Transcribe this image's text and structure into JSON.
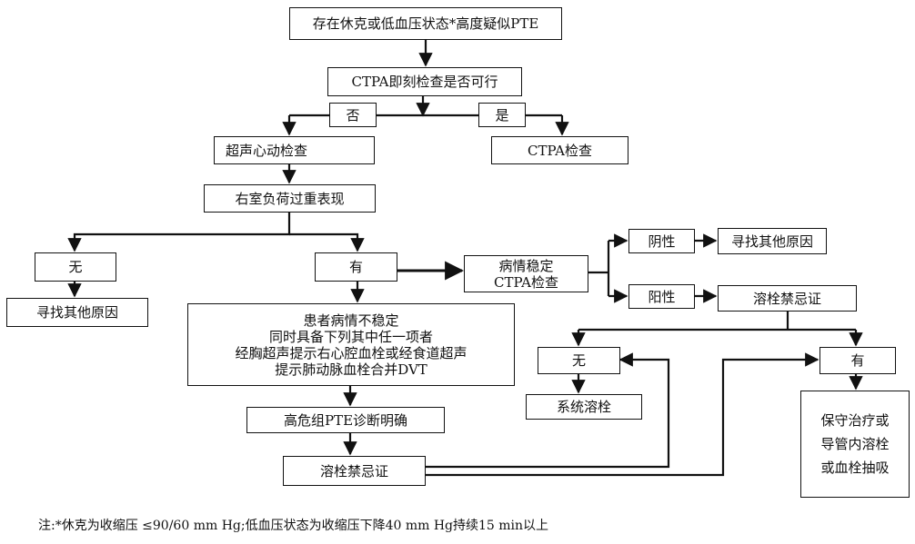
{
  "nodes": {
    "start": "存在休克或低血压状态*高度疑似PTE",
    "ctpa_feasible": "CTPA即刻检查是否可行",
    "no_label": "否",
    "yes_label": "是",
    "echo": "超声心动检查",
    "ctpa_exam": "CTPA检查",
    "rv_overload": "右室负荷过重表现",
    "rv_none": "无",
    "find_other_1": "寻找其他原因",
    "rv_yes": "有",
    "stable_ctpa": "病情稳定\nCTPA检查",
    "negative": "阴性",
    "find_other_2": "寻找其他原因",
    "positive": "阳性",
    "contra_1": "溶栓禁忌证",
    "unstable": "患者病情不稳定\n同时具备下列其中任一项者\n经胸超声提示右心腔血栓或经食道超声\n提示肺动脉血栓合并DVT",
    "contra_none": "无",
    "systemic_lysis": "系统溶栓",
    "contra_yes": "有",
    "conservative": "保守治疗或\n导管内溶栓\n或血栓抽吸",
    "high_risk": "高危组PTE诊断明确",
    "contra_2": "溶栓禁忌证"
  },
  "footnote": "注:*休克为收缩压 ≤90/60 mm Hg;低血压状态为收缩压下降40 mm Hg持续15 min以上"
}
